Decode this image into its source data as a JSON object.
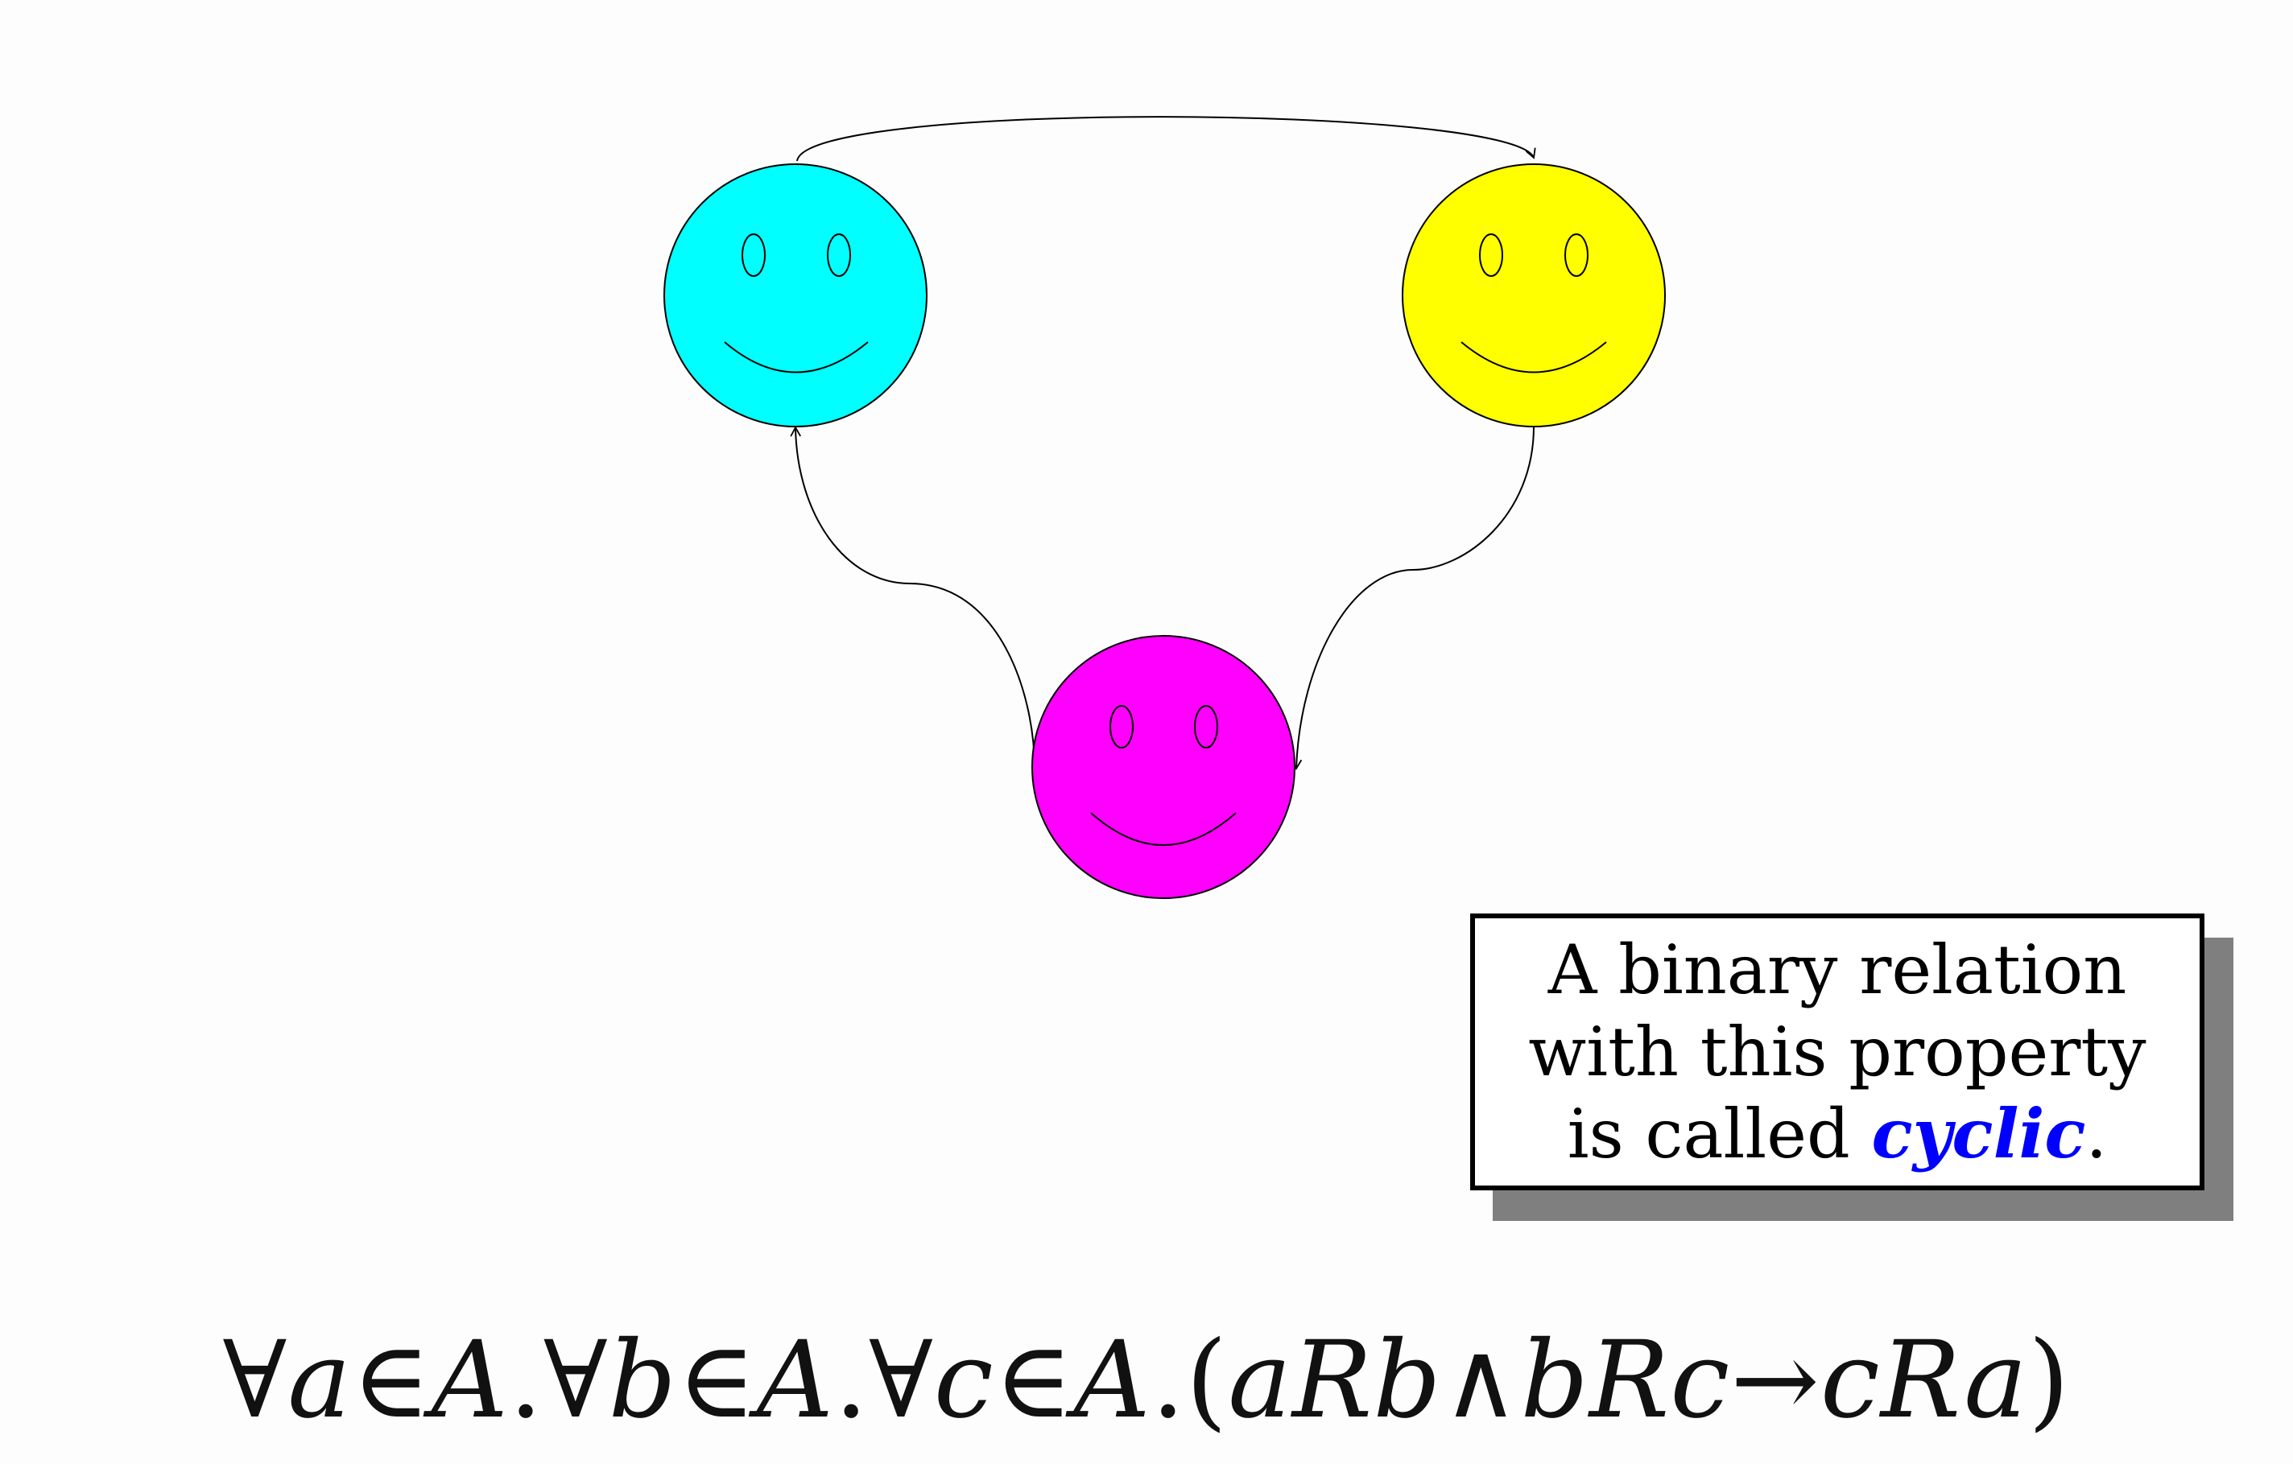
{
  "diagram": {
    "nodes": [
      {
        "id": "a",
        "color": "#00ffff"
      },
      {
        "id": "b",
        "color": "#ffff00"
      },
      {
        "id": "c",
        "color": "#ff00ff"
      }
    ],
    "edges": [
      {
        "from": "a",
        "to": "b"
      },
      {
        "from": "b",
        "to": "c"
      },
      {
        "from": "c",
        "to": "a"
      }
    ]
  },
  "callout": {
    "line1": "A binary relation",
    "line2": "with this property",
    "line3_prefix": "is called ",
    "keyword": "cyclic",
    "line3_suffix": ".",
    "keyword_color": "#0000ff"
  },
  "formula": {
    "q1": "∀",
    "v1": "a",
    "in1": " ∈ ",
    "set1": "A",
    "dot1": ". ",
    "q2": "∀",
    "v2": "b",
    "in2": " ∈ ",
    "set2": "A",
    "dot2": ". ",
    "q3": "∀",
    "v3": "c",
    "in3": " ∈ ",
    "set3": "A",
    "dot3": ". ",
    "open": "(",
    "r1": "aRb",
    "and": " ∧ ",
    "r2": "bRc",
    "implies": " → ",
    "r3": "cRa",
    "close": ")"
  }
}
